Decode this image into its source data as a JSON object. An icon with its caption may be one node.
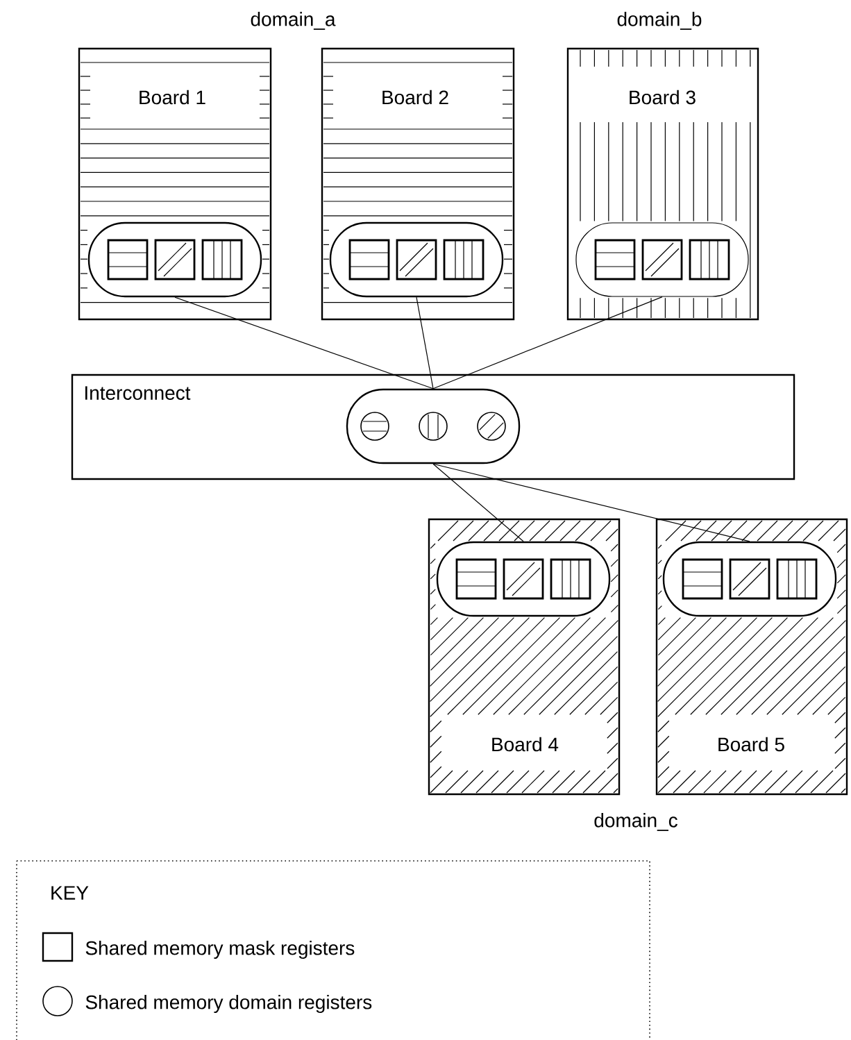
{
  "diagram": {
    "nodes": [
      {
        "text": [
          "Board 1"
        ]
      },
      {
        "text": [],
        "shape": "oval",
        "in": 0
      },
      {
        "text": [
          "Board 2"
        ]
      },
      {
        "text": [],
        "shape": "oval",
        "in": 2
      },
      {
        "text": [
          "Board 3"
        ]
      },
      {
        "text": [],
        "shape": "oval",
        "in": 4
      },
      {
        "text": [
          "Interconnect"
        ]
      },
      {
        "text": [],
        "shape": "oval",
        "in": 6
      },
      {
        "text": [
          "Board 4"
        ]
      },
      {
        "text": [],
        "shape": "oval",
        "in": 8
      },
      {
        "text": [
          "Board 5"
        ]
      },
      {
        "text": [],
        "shape": "oval",
        "in": 10
      }
    ],
    "edges": [
      {
        "from": 1,
        "to": 7,
        "arrow": "none"
      },
      {
        "from": 3,
        "to": 7,
        "arrow": "none"
      },
      {
        "from": 5,
        "to": 7,
        "arrow": "none"
      },
      {
        "from": 7,
        "to": 9,
        "arrow": "none"
      },
      {
        "from": 7,
        "to": 11,
        "arrow": "none"
      }
    ],
    "labels": [
      "domain_a",
      "domain_b",
      "domain_c",
      "KEY"
    ],
    "legend": [
      {
        "text": "Shared memory mask registers"
      },
      {
        "text": "Shared memory domain registers"
      }
    ]
  }
}
